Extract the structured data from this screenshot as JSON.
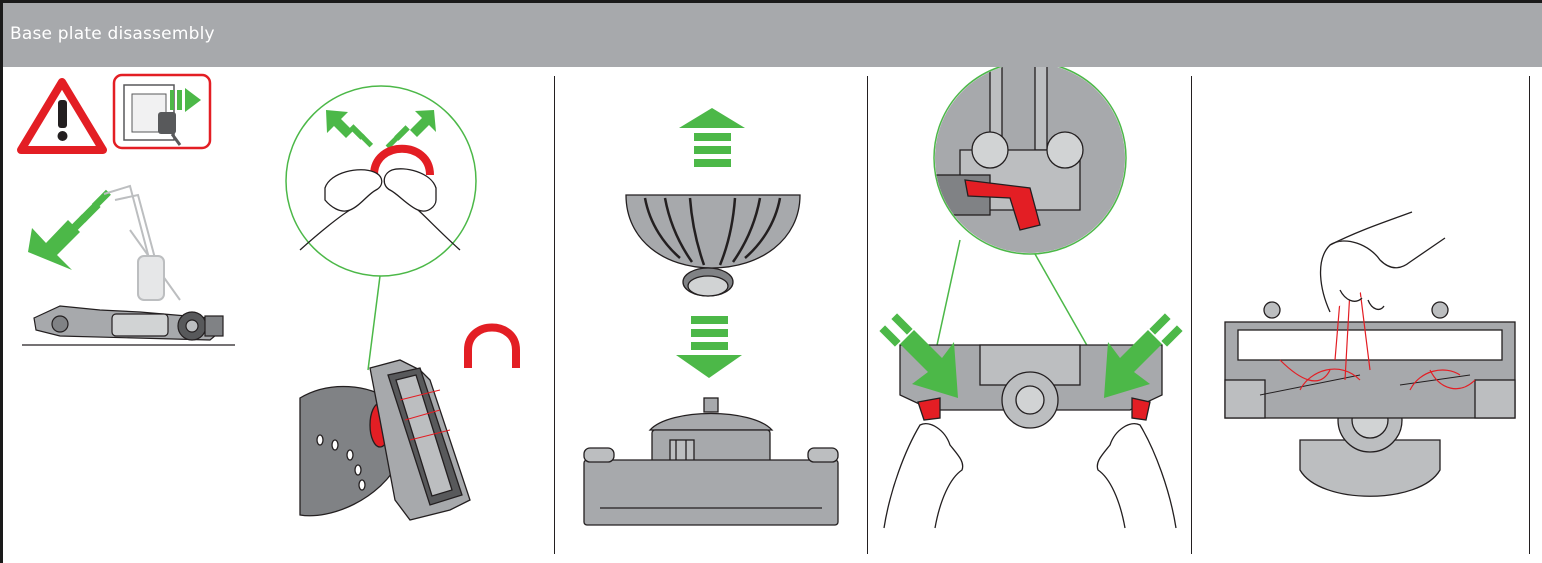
{
  "header": {
    "title": "Base plate disassembly"
  },
  "colors": {
    "header_bg": "#a7a9ac",
    "accent_green": "#4cb848",
    "warning_red": "#e31e24",
    "part_gray": "#a7a9ac",
    "part_dark": "#58595b"
  },
  "steps": [
    {
      "name": "safety-and-lay-down",
      "icons": [
        "warning-triangle-icon",
        "unplug-icon",
        "tilt-arrow-icon"
      ]
    },
    {
      "name": "remove-clip",
      "icons": [
        "clip-icon",
        "squeeze-arrows-icon"
      ]
    },
    {
      "name": "lift-ball",
      "icons": [
        "up-arrow-icon",
        "down-arrow-icon"
      ]
    },
    {
      "name": "release-catches",
      "icons": [
        "press-arrows-icon"
      ]
    },
    {
      "name": "clear-debris",
      "icons": [
        "hand-icon"
      ]
    }
  ]
}
